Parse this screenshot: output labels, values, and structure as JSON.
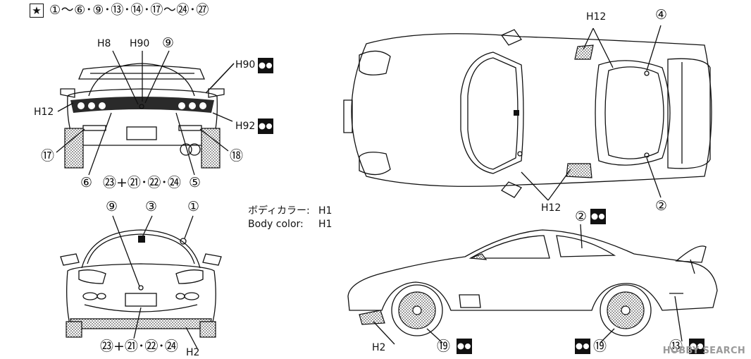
{
  "header": {
    "star_icon": "★",
    "parts_list": "①～⑥･⑨･⑬･⑭･⑰～㉔･㉗"
  },
  "legend": {
    "label_jp": "ボディカラー:",
    "label_en": "Body color:",
    "code_jp": "H1",
    "code_en": "H1"
  },
  "rear_view": {
    "h8": "H8",
    "h90_top": "H90",
    "n9": "⑨",
    "h90_side": "H90",
    "h12": "H12",
    "h92": "H92",
    "n17": "⑰",
    "n18": "⑱",
    "n6": "⑥",
    "n5": "⑤",
    "plates": "㉓+㉑･㉒･㉔"
  },
  "top_view": {
    "h12_top": "H12",
    "n4": "④",
    "n2": "②",
    "h12_bottom": "H12"
  },
  "front_view": {
    "n9": "⑨",
    "n3": "③",
    "n1": "①",
    "plates": "㉓+㉑･㉒･㉔",
    "h2": "H2"
  },
  "side_view": {
    "n2": "②",
    "h2": "H2",
    "n19_front": "⑲",
    "n19_rear": "⑲",
    "n13": "⑬"
  },
  "watermark": "HOBBY SEARCH",
  "colors": {
    "line": "#111111",
    "paper": "#ffffff",
    "shade": "#6a6a6a"
  }
}
